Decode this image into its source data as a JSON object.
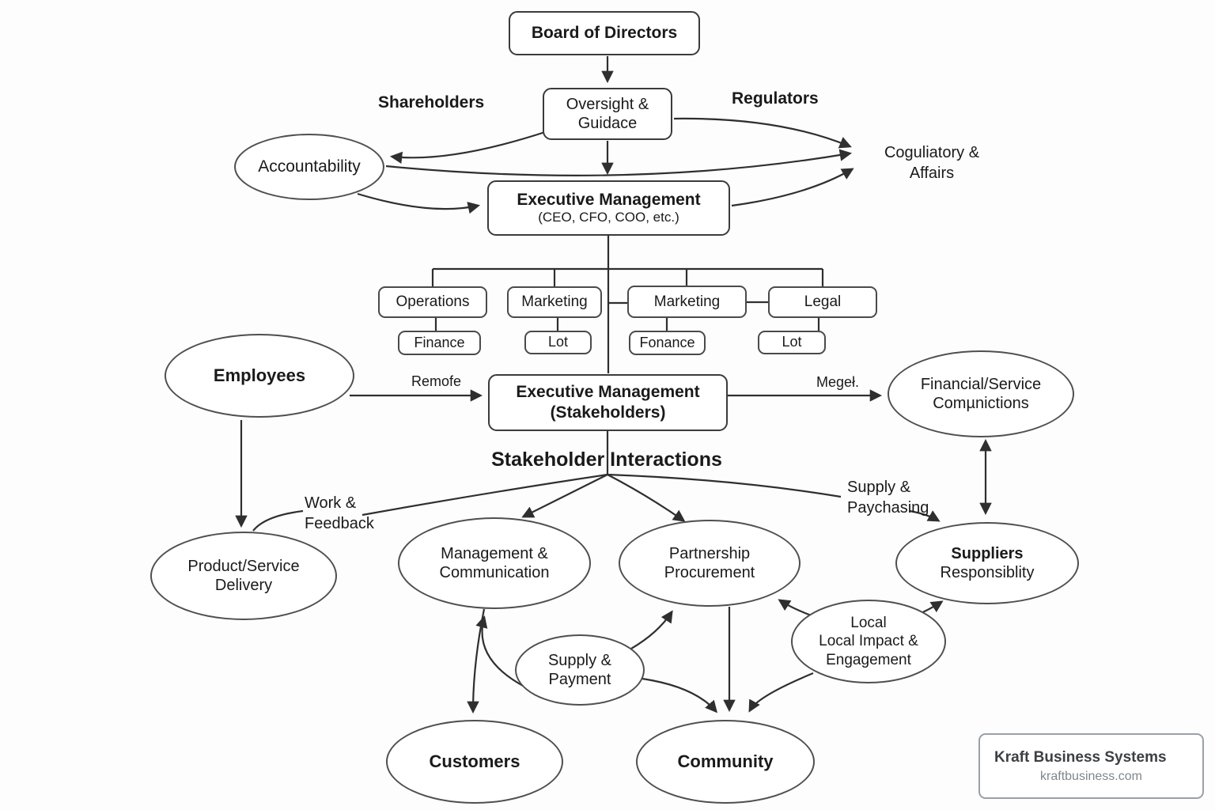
{
  "top": {
    "board": "Board of Directors",
    "oversight1": "Oversight &",
    "oversight2": "Guidace",
    "shareholders": "Shareholders",
    "regulators": "Regulators",
    "accountability": "Accountability",
    "coguliatory1": "Coguliatory &",
    "coguliatory2": "Affairs",
    "exec1": "Executive Management",
    "exec2": "(CEO, CFO, COO, etc.)"
  },
  "departments": {
    "operations": "Operations",
    "marketing1": "Marketing",
    "marketing2": "Marketing",
    "legal": "Legal",
    "finance": "Finance",
    "lot1": "Lot",
    "fonance": "Fonance",
    "lot2": "Lot"
  },
  "middle": {
    "employees": "Employees",
    "remote_label": "Remofe",
    "stakeholders1": "Executive Management",
    "stakeholders2": "(Stakeholders)",
    "megel_label": "Megeł.",
    "financial1": "Financial/Service",
    "financial2": "Comµnictions",
    "section_title": "Stakeholder Interactions"
  },
  "bottom": {
    "work_feedback1": "Work &",
    "work_feedback2": "Feedback",
    "product1": "Product/Service",
    "product2": "Delivery",
    "mgmt_comm1": "Management &",
    "mgmt_comm2": "Communication",
    "partnership1": "Partnership",
    "partnership2": "Procurement",
    "supply_paychasing1": "Supply &",
    "supply_paychasing2": "Paychasing",
    "suppliers1": "Suppliers",
    "suppliers2": "Responsiblity",
    "local1": "Local",
    "local2": "Local Impact &",
    "local3": "Engagement",
    "supply_payment1": "Supply &",
    "supply_payment2": "Payment",
    "customers": "Customers",
    "community": "Community"
  },
  "watermark": {
    "title": "Kraft Business Systems",
    "url": "kraftbusiness.com"
  },
  "colors": {
    "line": "#2f2f2f",
    "box_border": "#3b3b3b",
    "ellipse_border": "#4f4f4f",
    "background": "#fdfdfd",
    "watermark_border": "#9aa0a6",
    "watermark_title": "#3c4043",
    "watermark_url": "#80868b"
  }
}
